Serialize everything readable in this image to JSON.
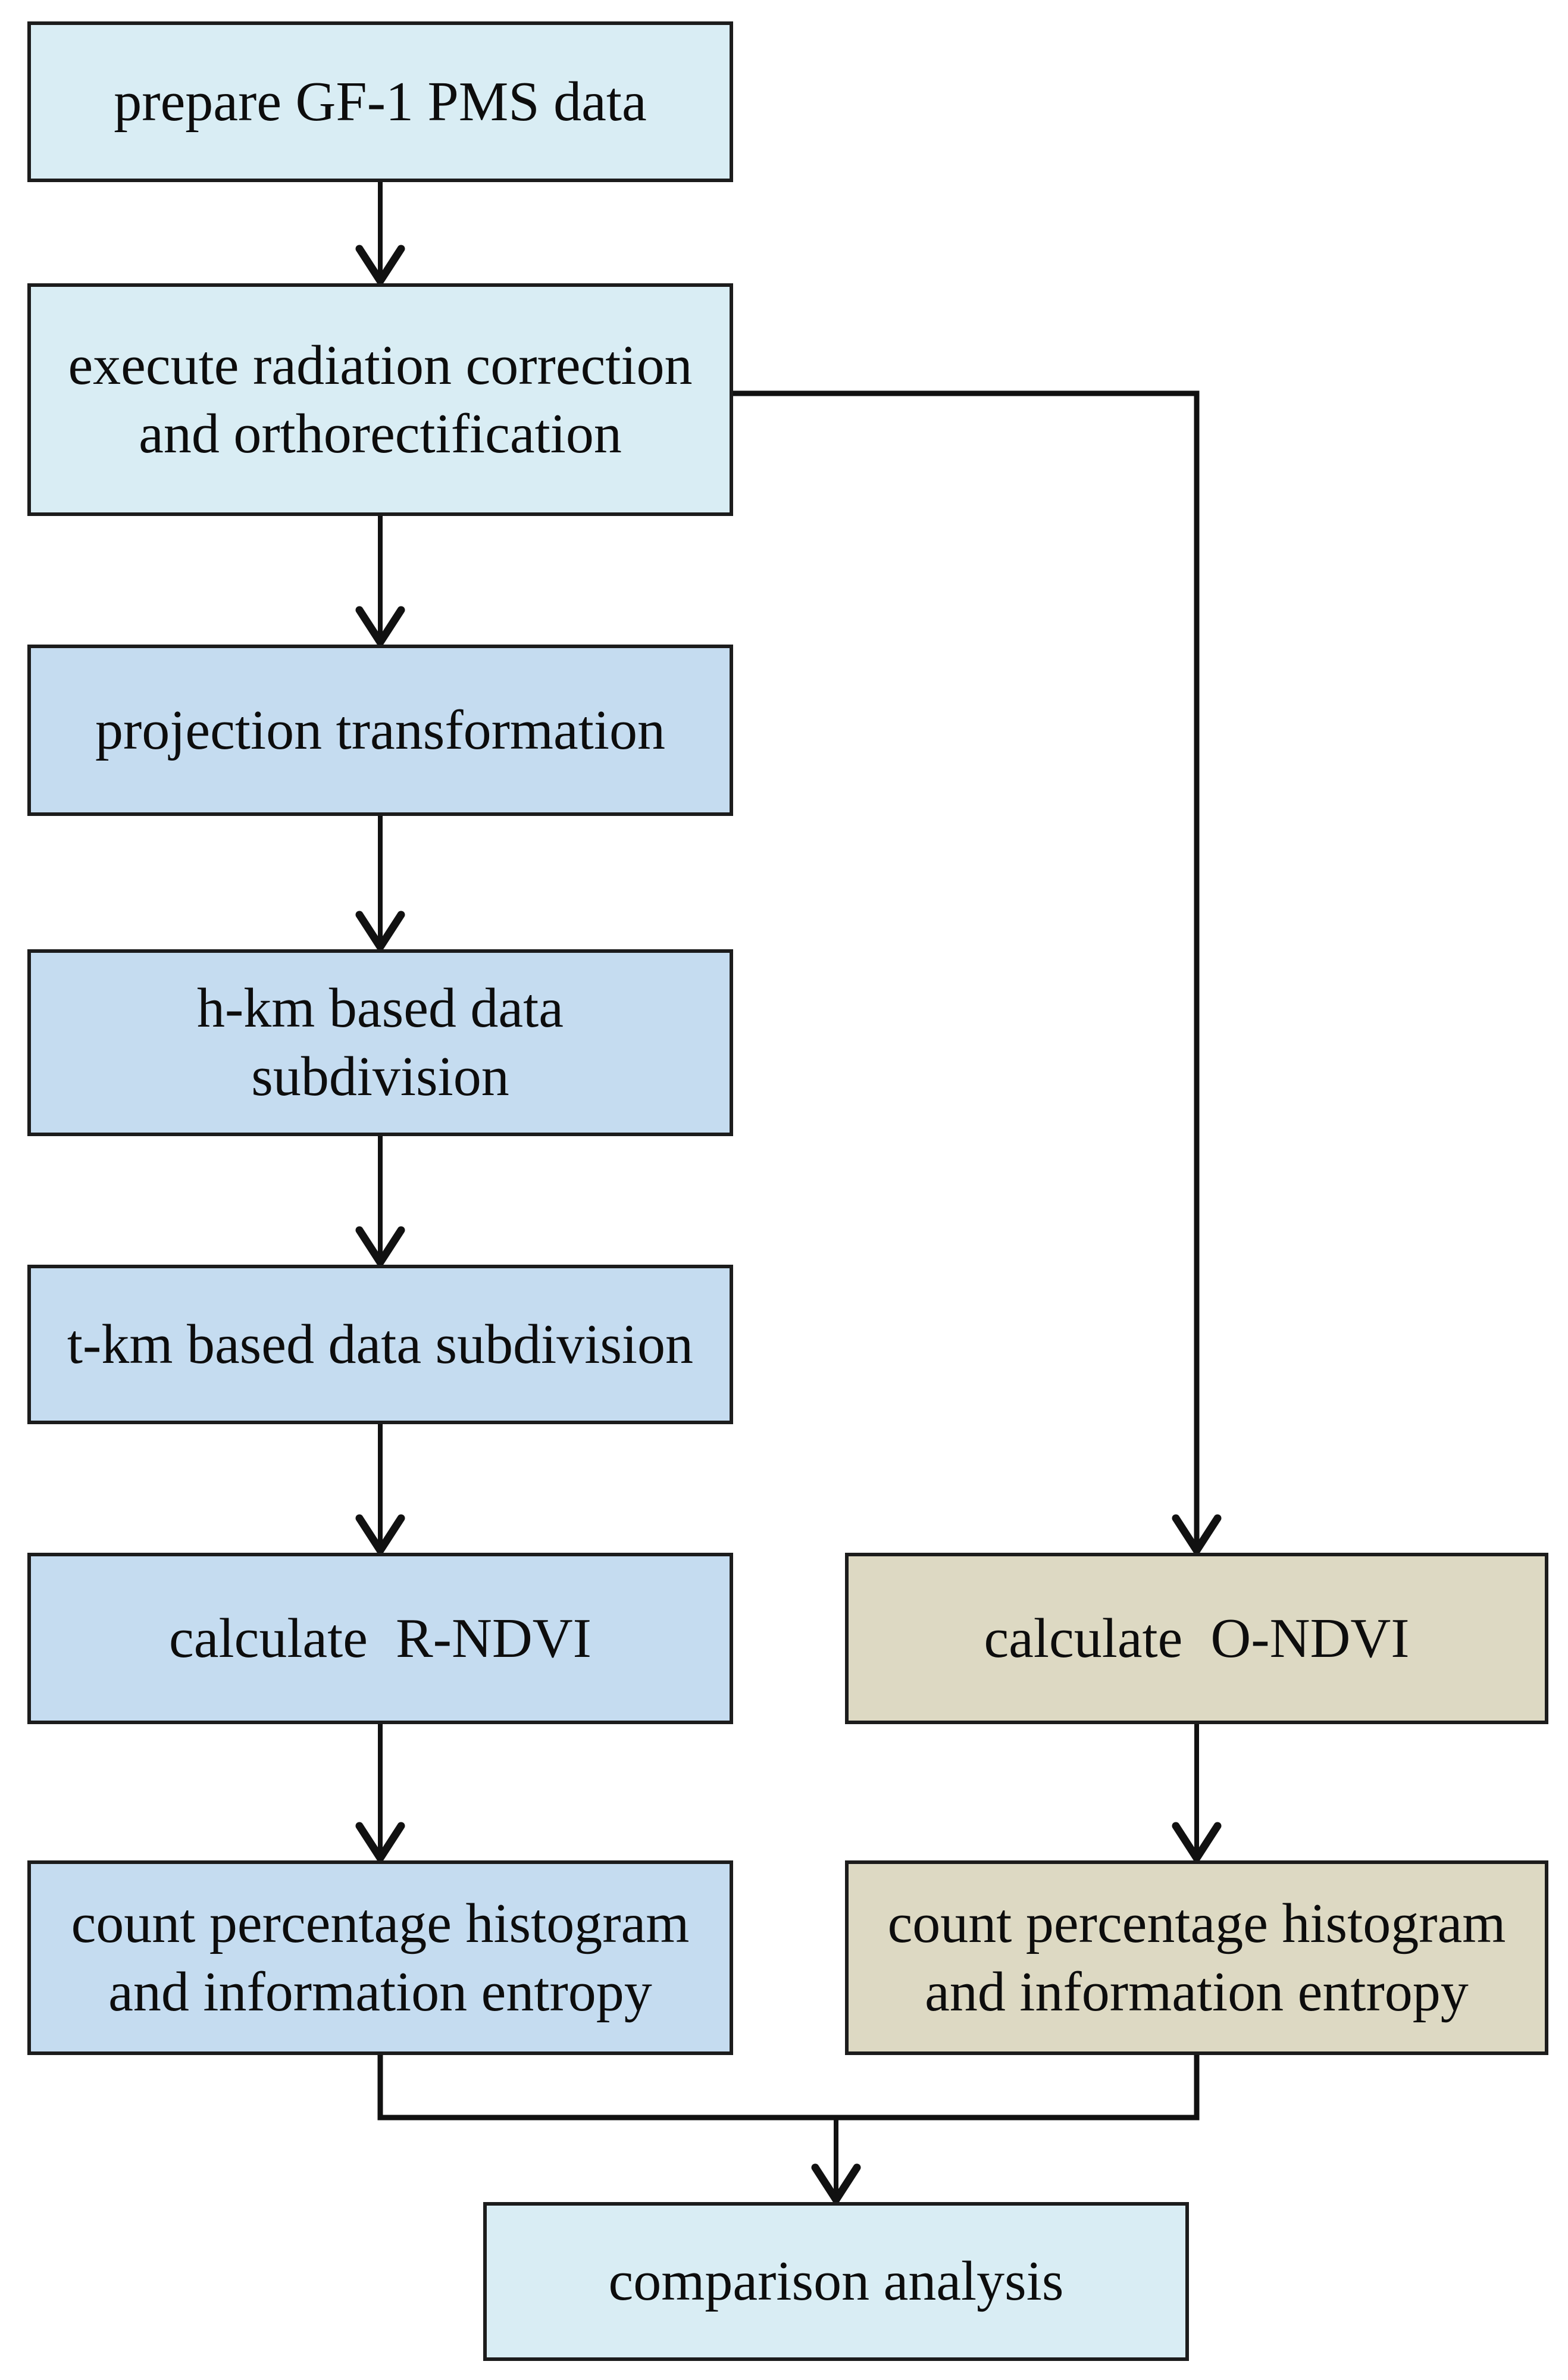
{
  "diagram": {
    "background": "#ffffff",
    "colors": {
      "light_cyan_fill": "#d9edf4",
      "steel_blue_fill": "#c5dcf0",
      "tan_fill": "#ddd9c3",
      "node_border": "#1c1c1c",
      "connector": "#111111",
      "text": "#0d0d0d"
    },
    "nodes": [
      {
        "id": "prepare-data",
        "label": "prepare GF-1 PMS data"
      },
      {
        "id": "radiation-correction",
        "label": "execute radiation correction\nand orthorectification"
      },
      {
        "id": "projection-transformation",
        "label": "projection transformation"
      },
      {
        "id": "h-km-subdivision",
        "label": "h-km based data\nsubdivision"
      },
      {
        "id": "t-km-subdivision",
        "label": "t-km based data subdivision"
      },
      {
        "id": "calculate-r-ndvi",
        "label": "calculate  R-NDVI"
      },
      {
        "id": "count-histogram-left",
        "label": "count percentage histogram\nand information entropy"
      },
      {
        "id": "calculate-o-ndvi",
        "label": "calculate  O-NDVI"
      },
      {
        "id": "count-histogram-right",
        "label": "count percentage histogram\nand information entropy"
      },
      {
        "id": "comparison-analysis",
        "label": "comparison analysis"
      }
    ],
    "edges": [
      {
        "from": "prepare-data",
        "to": "radiation-correction"
      },
      {
        "from": "radiation-correction",
        "to": "projection-transformation"
      },
      {
        "from": "projection-transformation",
        "to": "h-km-subdivision"
      },
      {
        "from": "h-km-subdivision",
        "to": "t-km-subdivision"
      },
      {
        "from": "t-km-subdivision",
        "to": "calculate-r-ndvi"
      },
      {
        "from": "calculate-r-ndvi",
        "to": "count-histogram-left"
      },
      {
        "from": "radiation-correction",
        "to": "calculate-o-ndvi"
      },
      {
        "from": "calculate-o-ndvi",
        "to": "count-histogram-right"
      },
      {
        "from": "count-histogram-left",
        "to": "comparison-analysis"
      },
      {
        "from": "count-histogram-right",
        "to": "comparison-analysis"
      }
    ]
  }
}
